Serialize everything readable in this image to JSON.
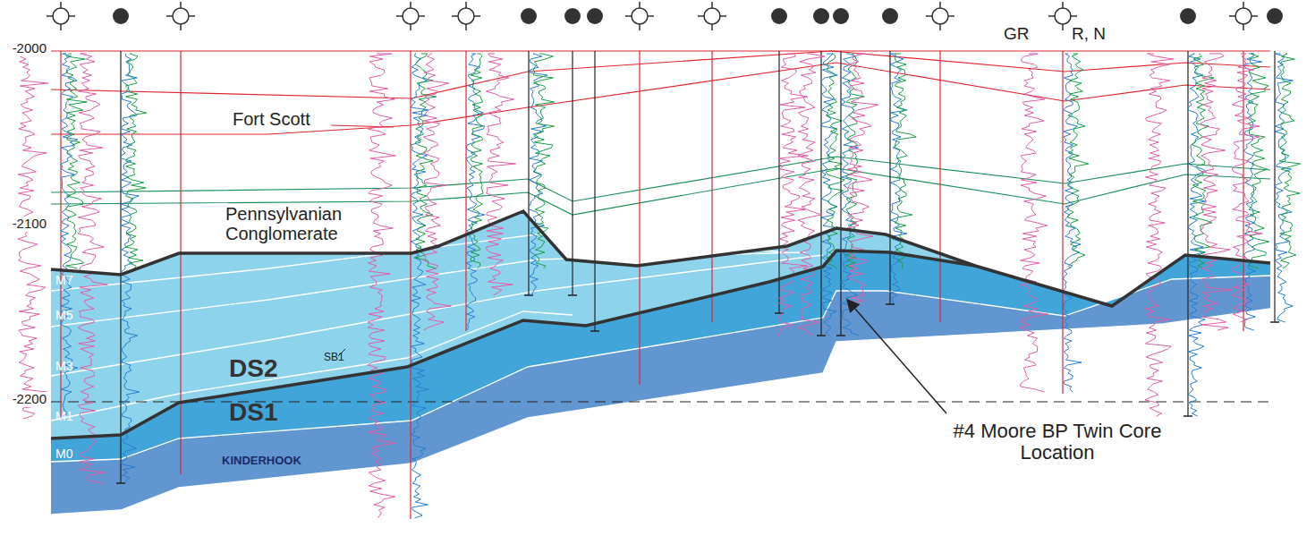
{
  "diagram": {
    "labels": [
      "GR",
      "R, N",
      "-2000",
      "-2100",
      "-2200",
      "Fort Scott",
      "Pennsylvanian Conglomerate",
      "M7",
      "M5",
      "M3",
      "M1",
      "M0",
      "DS2",
      "DS1",
      "SB1",
      "KINDERHOOK",
      "#4 Moore BP Twin Core Location"
    ]
  }
}
